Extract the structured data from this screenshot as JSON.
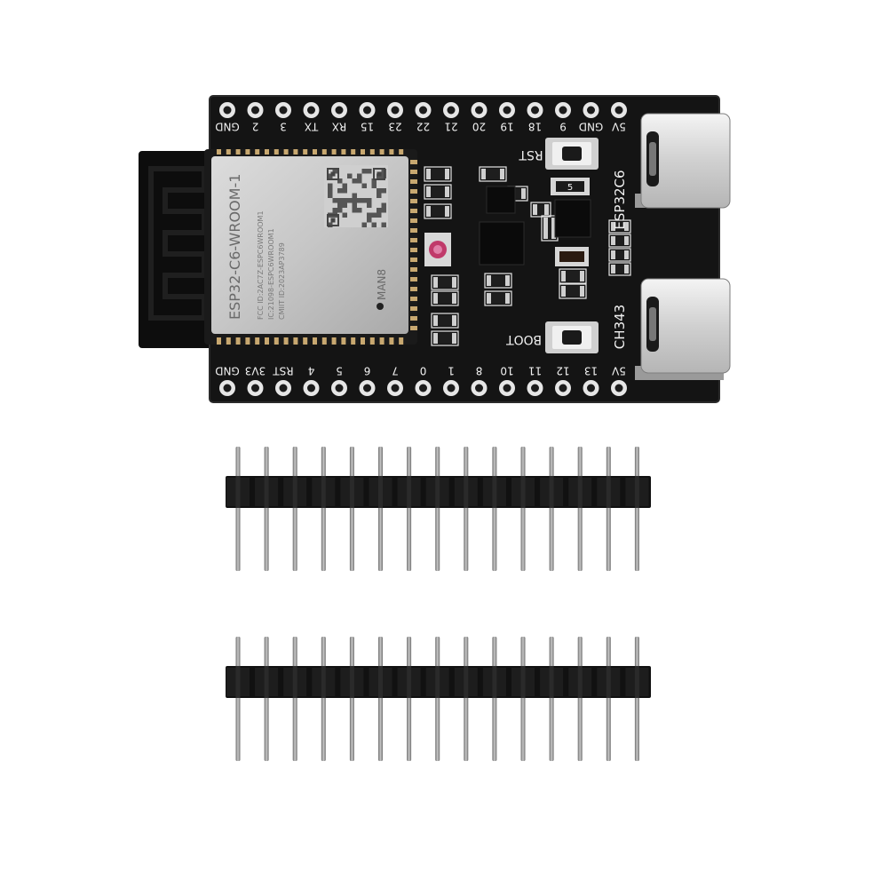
{
  "board": {
    "pcb_color": "#141414",
    "silk_color": "#f2f2f2",
    "pad_color": "#e6e6e6",
    "top_pins": [
      "GND",
      "2",
      "3",
      "TX",
      "RX",
      "15",
      "23",
      "22",
      "21",
      "20",
      "19",
      "18",
      "9",
      "GND",
      "5V"
    ],
    "bottom_pins": [
      "GND",
      "3V3",
      "RST",
      "4",
      "5",
      "6",
      "7",
      "0",
      "1",
      "8",
      "10",
      "11",
      "12",
      "13",
      "5V"
    ],
    "module_label": "ESP32-C6-WROOM-1",
    "module_maker_mark": "MAN8",
    "module_fine_print": [
      "FCC ID:2AC7Z-ESPC6WROOM1",
      "IC:21098-ESPC6WROOM1",
      "CMIIT ID:2023AP3789"
    ],
    "rst_label": "RST",
    "boot_label": "BOOT",
    "top_usb_label": "ESP32C6",
    "bottom_usb_label": "CH343",
    "regulator_mark": "5"
  },
  "headers": {
    "pin_count": 15,
    "strips": 2,
    "plastic_color": "#111111",
    "pin_color": "#8a8a8a"
  }
}
